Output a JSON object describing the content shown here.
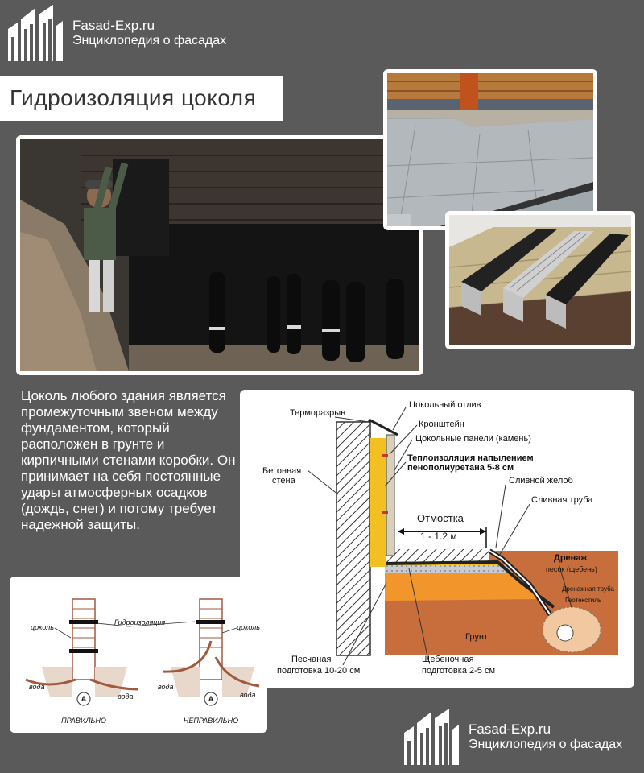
{
  "brand": {
    "name": "Fasad-Exp.ru",
    "tagline": "Энциклопедия о фасадах"
  },
  "page_title": "Гидроизоляция цоколя",
  "description": "Цоколь любого здания является промежуточным звеном между фундаментом, который расположен в грунте и кирпичными стенами коробки. Он принимает на себя постоянные удары атмосферных осадков (дождь, снег) и потому требует надежной защиты.",
  "diagram_labels": {
    "thermal_break": "Терморазрыв",
    "plinth_flashing": "Цокольный отлив",
    "bracket": "Кронштейн",
    "plinth_panels": "Цокольные панели (камень)",
    "insulation_line1": "Теплоизоляция напылением",
    "insulation_line2": "пенополиуретана 5-8 см",
    "concrete_line1": "Бетонная",
    "concrete_line2": "стена",
    "gutter": "Сливной желоб",
    "downpipe": "Сливная труба",
    "blind_area": "Отмостка",
    "blind_area_width": "1 - 1.2 м",
    "drainage": "Дренаж",
    "drain_sand": "песок (щебень)",
    "drain_pipe": "Дренажная труба",
    "geotextile": "Геотекстиль",
    "soil": "Грунт",
    "sand_line1": "Песчаная",
    "sand_line2": "подготовка 10-20 см",
    "gravel_line1": "Щебеночная",
    "gravel_line2": "подготовка 2-5 см"
  },
  "comparison_labels": {
    "waterproofing": "Гидроизоляция",
    "plinth_left": "цоколь",
    "plinth_right": "цоколь",
    "water1": "вода",
    "water2": "вода",
    "water3": "вода",
    "water4": "вода",
    "marker_left": "А",
    "marker_right": "А",
    "correct": "ПРАВИЛЬНО",
    "incorrect": "НЕПРАВИЛЬНО"
  },
  "icons": [
    "building-logo-icon"
  ]
}
